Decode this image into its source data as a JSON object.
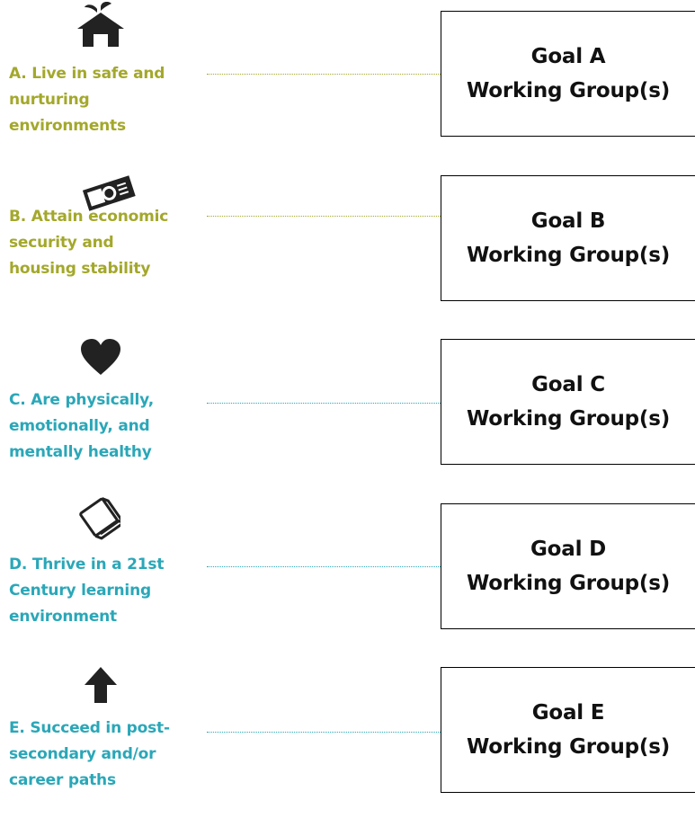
{
  "colors": {
    "olive": "#a3a82b",
    "teal": "#2aa7b8",
    "icon": "#222222",
    "box_border": "#000000"
  },
  "goals": [
    {
      "label_lines": [
        "A. Live in safe and",
        "nurturing",
        "environments"
      ],
      "box_title": "Goal A",
      "box_subtitle": "Working Group(s)",
      "color": "#a3a82b",
      "icon": "house-with-leaf-icon"
    },
    {
      "label_lines": [
        "B. Attain economic",
        "security and",
        "housing stability"
      ],
      "box_title": "Goal B",
      "box_subtitle": "Working Group(s)",
      "color": "#a3a82b",
      "icon": "money-bill-icon"
    },
    {
      "label_lines": [
        "C. Are physically,",
        "emotionally, and",
        "mentally healthy"
      ],
      "box_title": "Goal C",
      "box_subtitle": "Working Group(s)",
      "color": "#2aa7b8",
      "icon": "heart-icon"
    },
    {
      "label_lines": [
        "D. Thrive in a 21st",
        "Century learning",
        "environment"
      ],
      "box_title": "Goal D",
      "box_subtitle": "Working Group(s)",
      "color": "#2aa7b8",
      "icon": "book-icon"
    },
    {
      "label_lines": [
        "E. Succeed in post-",
        "secondary and/or",
        "career paths"
      ],
      "box_title": "Goal E",
      "box_subtitle": "Working Group(s)",
      "color": "#2aa7b8",
      "icon": "up-arrow-icon"
    }
  ]
}
